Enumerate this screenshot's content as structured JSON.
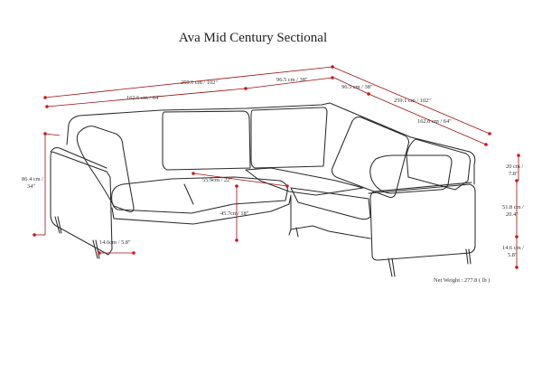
{
  "title": "Ava Mid Century Sectional",
  "colors": {
    "dimension_line": "#9a1010",
    "dimension_dot": "#d41616",
    "outline": "#2a2a2a"
  },
  "dimensions": {
    "total_width_left": "259.1 cm / 102\"",
    "left_section_width": "162.6 cm / 64\"",
    "corner_width_top": "96.5 cm / 38\"",
    "corner_width_right": "96.5 cm / 38\"",
    "total_width_right": "259.1 cm / 102\"",
    "right_section_width": "162.6 cm / 64\"",
    "overall_height": "86.4 cm /\n34\"",
    "seat_depth": "55.9cm / 22\"",
    "seat_height": "45.7cm/ 18\"",
    "leg_height_left": "14.6cm / 5.8\"",
    "arm_width": "20 cm /\n7.8\"",
    "arm_height": "51.8 cm /\n20.4\"",
    "leg_height_right": "14.6 cm /\n5.8\""
  },
  "net_weight": "Net Weight : 277.8 ( lb )"
}
